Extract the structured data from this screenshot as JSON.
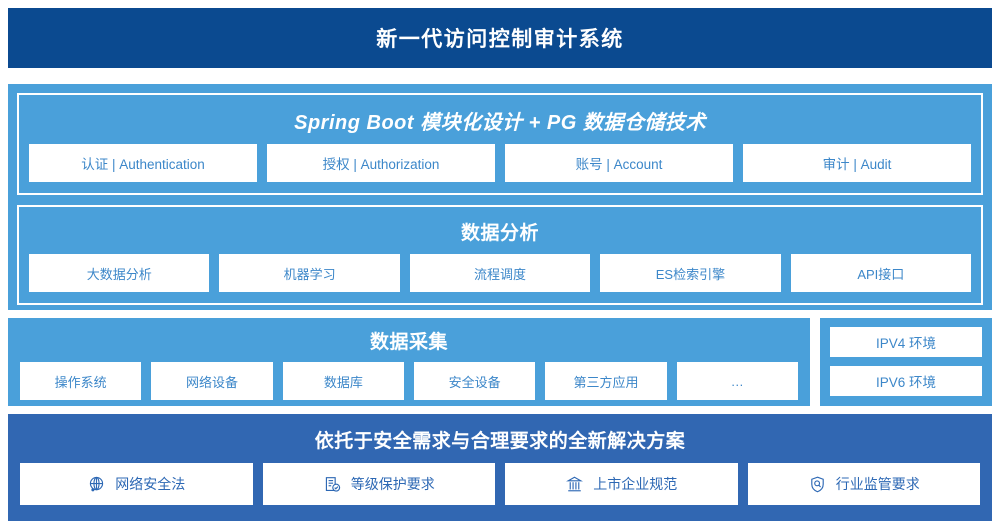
{
  "header": {
    "title": "新一代访问控制审计系统"
  },
  "platform": {
    "sections": [
      {
        "title": "Spring Boot 模块化设计 + PG 数据仓储技术",
        "italic": true,
        "cards": [
          {
            "label": "认证 | Authentication"
          },
          {
            "label": "授权 | Authorization"
          },
          {
            "label": "账号 | Account"
          },
          {
            "label": "审计 | Audit"
          }
        ]
      },
      {
        "title": "数据分析",
        "italic": false,
        "cards": [
          {
            "label": "大数据分析"
          },
          {
            "label": "机器学习"
          },
          {
            "label": "流程调度"
          },
          {
            "label": "ES检索引擎"
          },
          {
            "label": "API接口"
          }
        ]
      }
    ]
  },
  "collection": {
    "title": "数据采集",
    "cards": [
      {
        "label": "操作系统"
      },
      {
        "label": "网络设备"
      },
      {
        "label": "数据库"
      },
      {
        "label": "安全设备"
      },
      {
        "label": "第三方应用"
      },
      {
        "label": "…"
      }
    ]
  },
  "environment": {
    "cards": [
      {
        "label": "IPV4 环境"
      },
      {
        "label": "IPV6 环境"
      }
    ]
  },
  "solution": {
    "title": "依托于安全需求与合理要求的全新解决方案",
    "cards": [
      {
        "label": "网络安全法",
        "icon": "globe-network-icon"
      },
      {
        "label": "等级保护要求",
        "icon": "document-check-icon"
      },
      {
        "label": "上市企业规范",
        "icon": "bank-building-icon"
      },
      {
        "label": "行业监管要求",
        "icon": "shield-search-icon"
      }
    ]
  },
  "colors": {
    "header_navy": "#0B4A90",
    "light_blue": "#4AA0DA",
    "deep_blue": "#3167B2",
    "card_text_blue": "#3C87C9",
    "white": "#FFFFFF"
  }
}
